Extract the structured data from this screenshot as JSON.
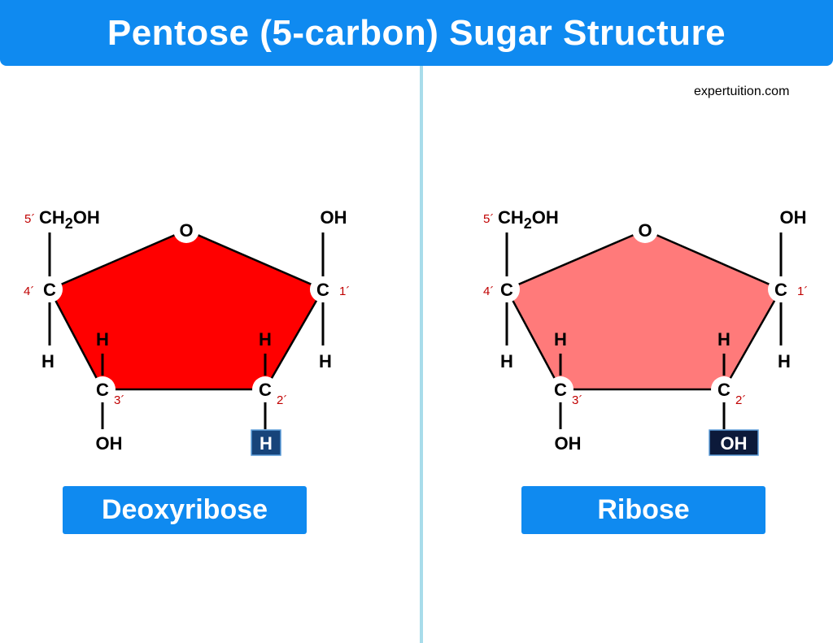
{
  "title": "Pentose (5-carbon) Sugar Structure",
  "watermark": "expertuition.com",
  "colors": {
    "header": "#0f8af0",
    "divider": "#a8dcea",
    "deoxyribose_ring": "#ff0000",
    "ribose_ring": "#ff7a7a",
    "numbering": "#c00000",
    "deoxyribose_highlight": "#17447a",
    "ribose_highlight": "#0c1a3a"
  },
  "molecules": [
    {
      "name": "Deoxyribose",
      "atoms": {
        "ring_oxygen": "O",
        "carbon": "C",
        "ch2oh_prefix": "CH",
        "ch2oh_sub": "2",
        "ch2oh_suffix": "OH",
        "c1_top": "OH",
        "c1_bottom": "H",
        "c2_top": "H",
        "c2_bottom": "H",
        "c3_top": "H",
        "c3_bottom": "OH",
        "c4_bottom": "H"
      },
      "numbers": {
        "c1": "1´",
        "c2": "2´",
        "c3": "3´",
        "c4": "4´",
        "c5": "5´"
      }
    },
    {
      "name": "Ribose",
      "atoms": {
        "ring_oxygen": "O",
        "carbon": "C",
        "ch2oh_prefix": "CH",
        "ch2oh_sub": "2",
        "ch2oh_suffix": "OH",
        "c1_top": "OH",
        "c1_bottom": "H",
        "c2_top": "H",
        "c2_bottom": "OH",
        "c3_top": "H",
        "c3_bottom": "OH",
        "c4_bottom": "H"
      },
      "numbers": {
        "c1": "1´",
        "c2": "2´",
        "c3": "3´",
        "c4": "4´",
        "c5": "5´"
      }
    }
  ]
}
